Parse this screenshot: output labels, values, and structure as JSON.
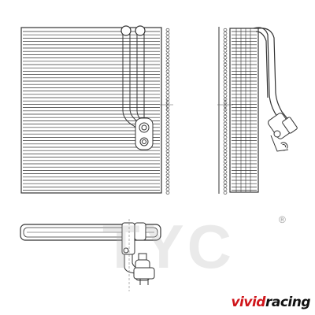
{
  "watermark": {
    "text": "TYC",
    "registered_symbol": "®"
  },
  "site_logo": {
    "part1": "vivid",
    "part2": "racing"
  },
  "colors": {
    "line": "#333333",
    "fin_fill": "#ffffff",
    "brand_red": "#d0161b",
    "watermark_gray": "#b4b4b4"
  }
}
